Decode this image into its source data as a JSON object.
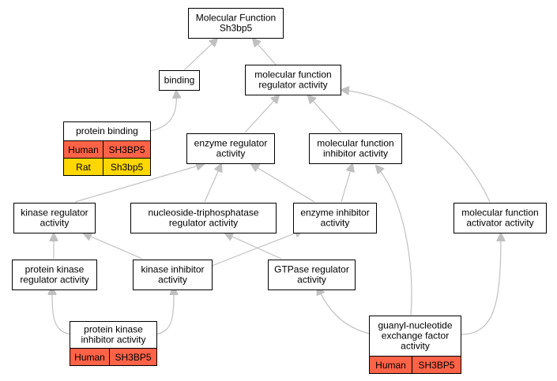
{
  "colors": {
    "human": "#ff6347",
    "rat": "#ffd700",
    "edge": "#c0c0c0"
  },
  "nodes": [
    {
      "id": "mf",
      "lines": [
        "Molecular Function",
        "Sh3bp5"
      ]
    },
    {
      "id": "binding",
      "lines": [
        "binding"
      ]
    },
    {
      "id": "mfra",
      "lines": [
        "molecular function",
        "regulator activity"
      ]
    },
    {
      "id": "pb",
      "lines": [
        "protein binding"
      ],
      "table": [
        [
          "Human",
          "SH3BP5"
        ],
        [
          "Rat",
          "Sh3bp5"
        ]
      ]
    },
    {
      "id": "era",
      "lines": [
        "enzyme regulator",
        "activity"
      ]
    },
    {
      "id": "mfia",
      "lines": [
        "molecular function",
        "inhibitor activity"
      ]
    },
    {
      "id": "kra",
      "lines": [
        "kinase regulator",
        "activity"
      ]
    },
    {
      "id": "ntra",
      "lines": [
        "nucleoside-triphosphatase",
        "regulator activity"
      ]
    },
    {
      "id": "eia",
      "lines": [
        "enzyme inhibitor",
        "activity"
      ]
    },
    {
      "id": "mfaa",
      "lines": [
        "molecular function",
        "activator activity"
      ]
    },
    {
      "id": "pkra",
      "lines": [
        "protein kinase",
        "regulator activity"
      ]
    },
    {
      "id": "kia",
      "lines": [
        "kinase inhibitor",
        "activity"
      ]
    },
    {
      "id": "gra",
      "lines": [
        "GTPase regulator",
        "activity"
      ]
    },
    {
      "id": "pkia",
      "lines": [
        "protein kinase",
        "inhibitor activity"
      ],
      "table": [
        [
          "Human",
          "SH3BP5"
        ]
      ]
    },
    {
      "id": "gefa",
      "lines": [
        "guanyl-nucleotide",
        "exchange factor",
        "activity"
      ],
      "table": [
        [
          "Human",
          "SH3BP5"
        ]
      ]
    }
  ]
}
